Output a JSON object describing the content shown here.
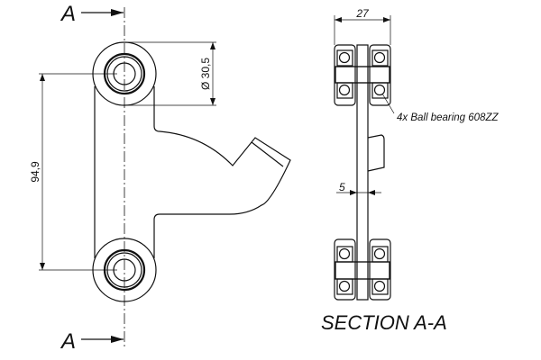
{
  "front_view": {
    "section_marker_top": "A",
    "section_marker_bottom": "A",
    "dim_center_distance": "94,9",
    "dim_diameter": "Ø 30,5"
  },
  "section_view": {
    "dim_width": "27",
    "dim_plate_thickness": "5",
    "bearing_label": "4x Ball bearing 608ZZ",
    "title": "SECTION A-A"
  }
}
